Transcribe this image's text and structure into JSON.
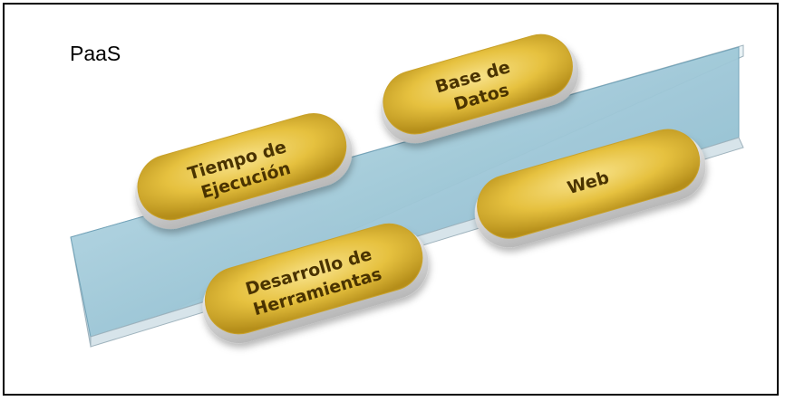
{
  "title": "PaaS",
  "colors": {
    "platform": "#9cc6d6",
    "pill": "#e6c13f",
    "pill_text": "#4a3300"
  },
  "components": [
    {
      "id": "runtime",
      "lines": [
        "Tiempo de",
        "Ejecución"
      ]
    },
    {
      "id": "database",
      "lines": [
        "Base de",
        "Datos"
      ]
    },
    {
      "id": "web",
      "lines": [
        "Web"
      ]
    },
    {
      "id": "tools",
      "lines": [
        "Desarrollo de",
        "Herramientas"
      ]
    }
  ]
}
